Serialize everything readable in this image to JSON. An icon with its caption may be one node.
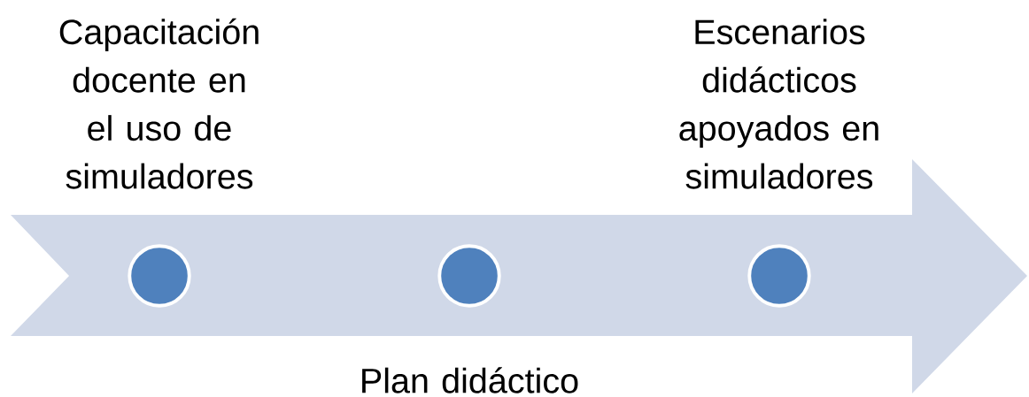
{
  "diagram": {
    "nodes": [
      {
        "text": [],
        "shape": "circle",
        "beside": [
          "Capacitación docente en el uso de simuladores"
        ]
      },
      {
        "text": [],
        "shape": "circle",
        "beside": [
          "Plan didáctico"
        ]
      },
      {
        "text": [],
        "shape": "circle",
        "beside": [
          "Escenarios didácticos apoyados en simuladores"
        ]
      }
    ]
  }
}
